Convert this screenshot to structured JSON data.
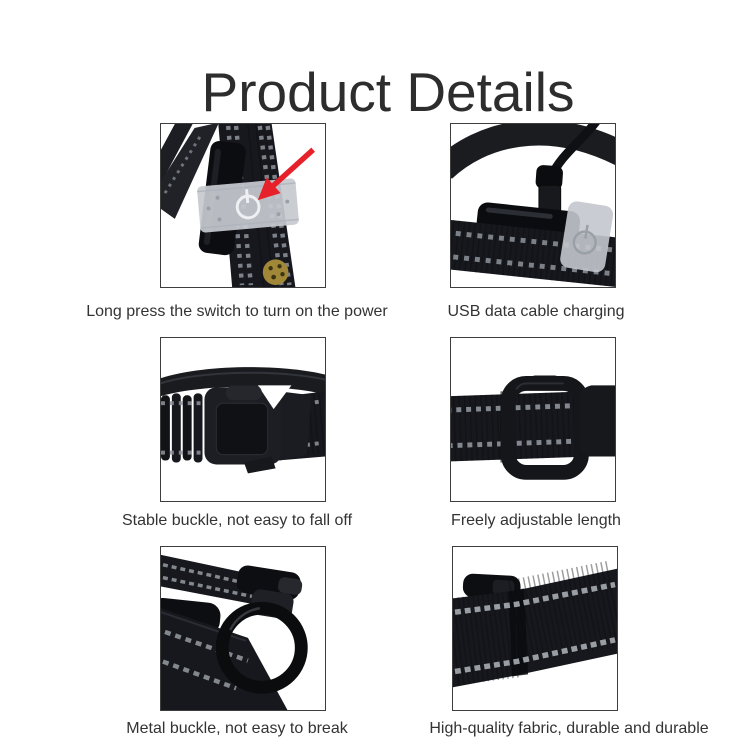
{
  "page": {
    "title": "Product Details",
    "background_color": "#ffffff",
    "title_color": "#2d2d2d",
    "caption_color": "#333333",
    "tile_border_color": "#3e3e3e"
  },
  "colors": {
    "strap_black": "#17181d",
    "plastic_black": "#1b1d22",
    "stitch_gray": "#969ca4",
    "label_gray": "#c6c9cf",
    "arrow_red": "#e62129",
    "gold_ornament": "#a08838"
  },
  "tiles": [
    {
      "id": "power-switch",
      "photo": "collar-power-switch-photo",
      "icons": [
        "power-icon",
        "red-arrow-icon"
      ],
      "caption": "Long press the switch to turn on the power"
    },
    {
      "id": "usb-charging",
      "photo": "collar-usb-charging-photo",
      "icons": [
        "usb-plug-icon"
      ],
      "caption": "USB data cable charging"
    },
    {
      "id": "stable-buckle",
      "photo": "collar-buckle-photo",
      "icons": [],
      "caption": "Stable buckle, not easy to fall off"
    },
    {
      "id": "adjustable-length",
      "photo": "collar-adjuster-photo",
      "icons": [],
      "caption": "Freely adjustable length"
    },
    {
      "id": "metal-buckle",
      "photo": "collar-metal-ring-photo",
      "icons": [],
      "caption": "Metal buckle, not easy to break"
    },
    {
      "id": "fabric-quality",
      "photo": "collar-fabric-photo",
      "icons": [],
      "caption": "High-quality fabric, durable and durable"
    }
  ]
}
